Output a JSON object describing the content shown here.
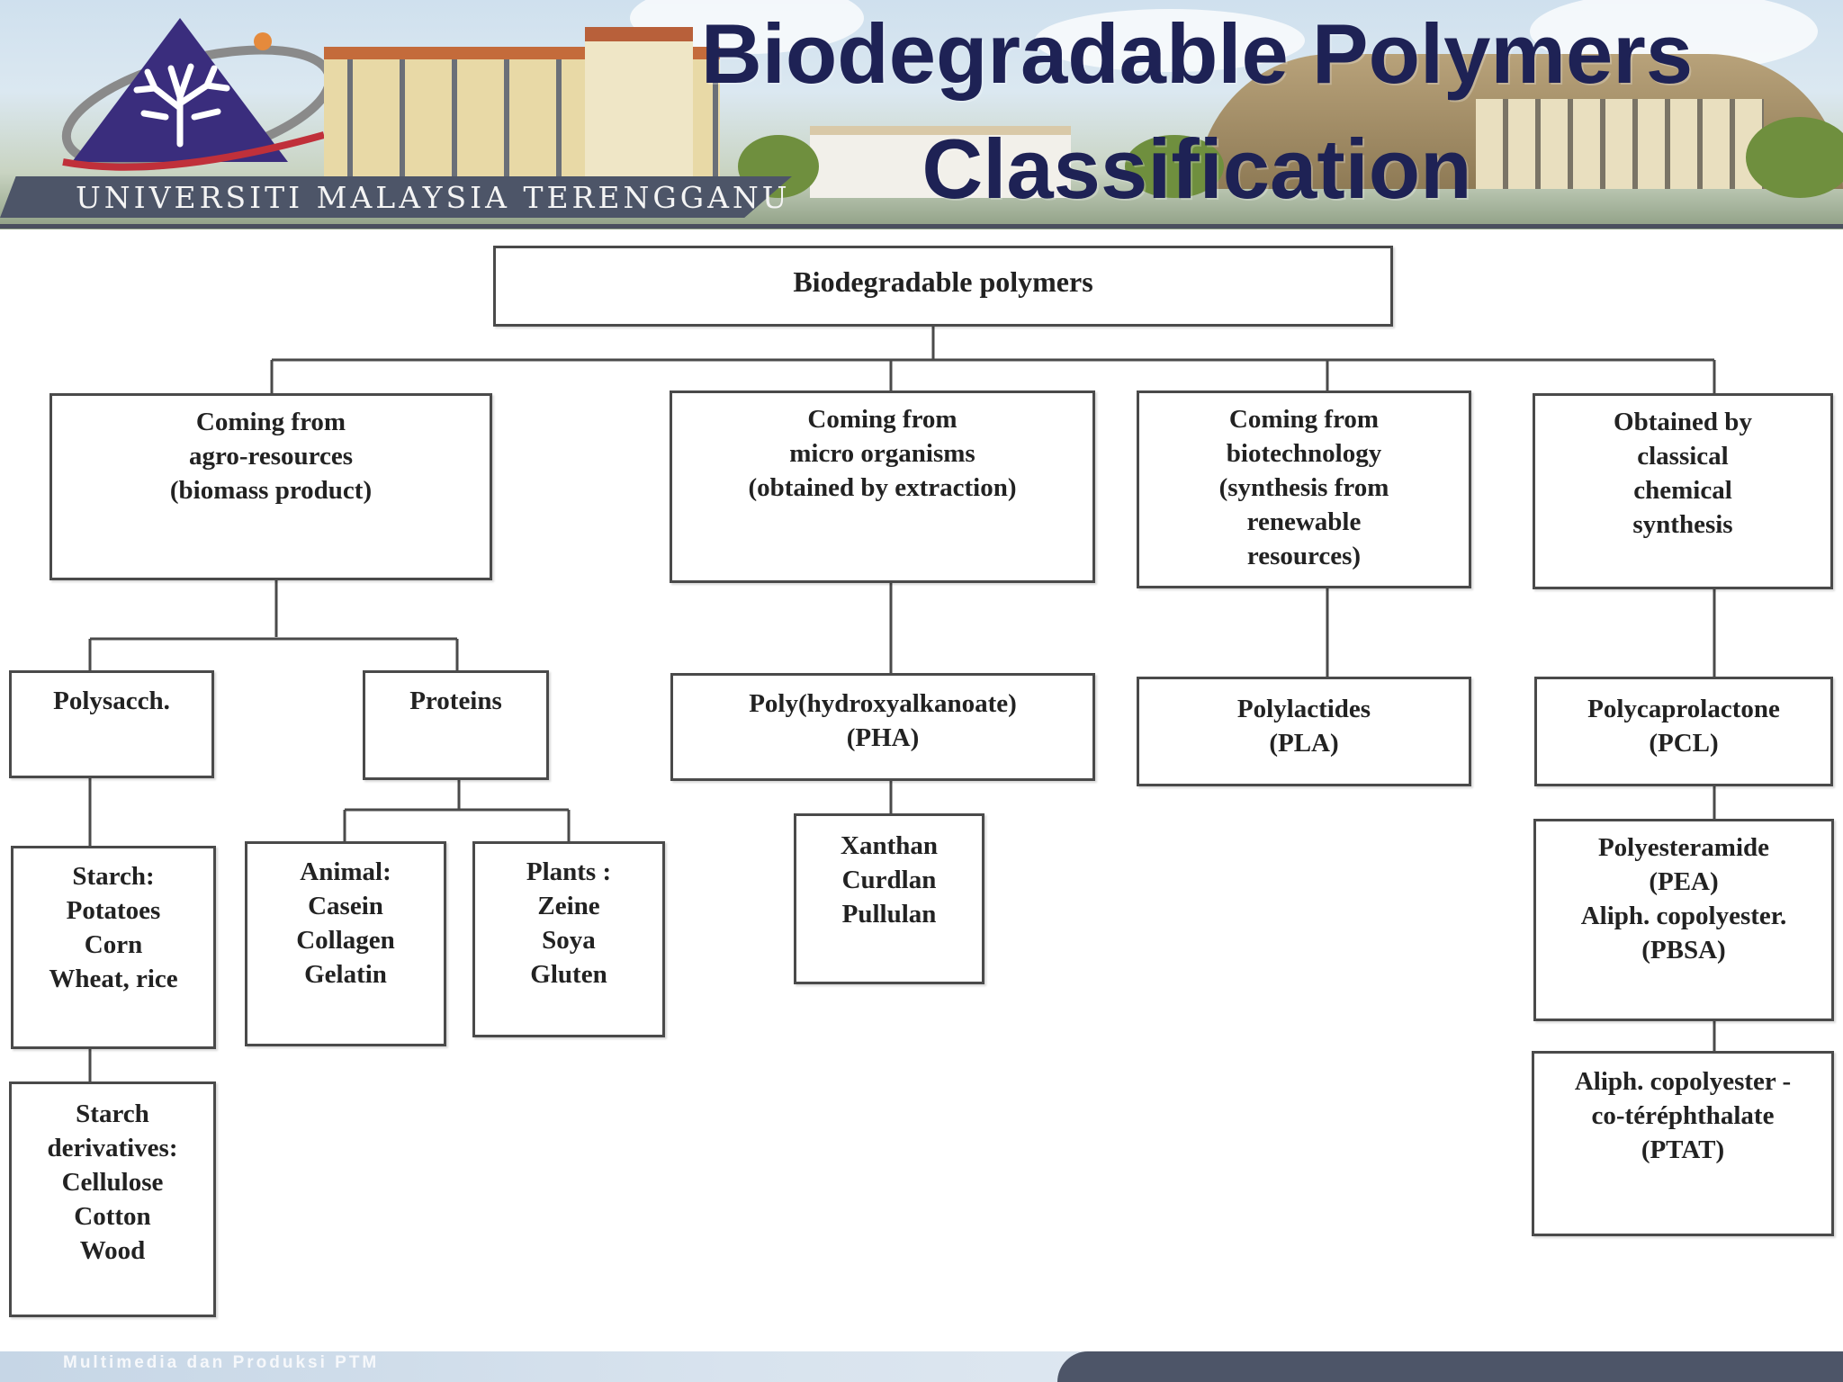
{
  "header": {
    "title_line1": "Biodegradable Polymers",
    "title_line2": "Classification",
    "university_name": "Universiti Malaysia Terengganu",
    "logo_icon": "coral-triangle-logo-icon"
  },
  "colors": {
    "title": "#1e2255",
    "strip": "#4d5568",
    "box_border": "#4a4a4a",
    "logo_purple": "#3a2d7d",
    "logo_red": "#c0303a"
  },
  "diagram": {
    "root": "Biodegradable polymers",
    "agro": "Coming from\nagro-resources\n(biomass product)",
    "micro": "Coming from\nmicro organisms\n(obtained by extraction)",
    "biotech": "Coming from\nbiotechnology\n(synthesis from\nrenewable\nresources)",
    "chemical": "Obtained by\nclassical\nchemical\nsynthesis",
    "polysacch": "Polysacch.",
    "proteins": "Proteins",
    "pha": "Poly(hydroxyalkanoate)\n(PHA)",
    "pla": "Polylactides\n(PLA)",
    "pcl": "Polycaprolactone\n(PCL)",
    "starch": "Starch:\nPotatoes\nCorn\nWheat, rice",
    "animal": "Animal:\nCasein\nCollagen\nGelatin",
    "plants": "Plants :\nZeine\nSoya\nGluten",
    "xanthan": "Xanthan\nCurdlan\nPullulan",
    "pea": "Polyesteramide\n(PEA)\nAliph. copolyester.\n(PBSA)",
    "starch_deriv": "Starch\nderivatives:\nCellulose\nCotton\nWood",
    "ptat": "Aliph. copolyester -\nco-téréphthalate\n(PTAT)"
  },
  "footer": {
    "text": "Multimedia dan Produksi PTM"
  }
}
